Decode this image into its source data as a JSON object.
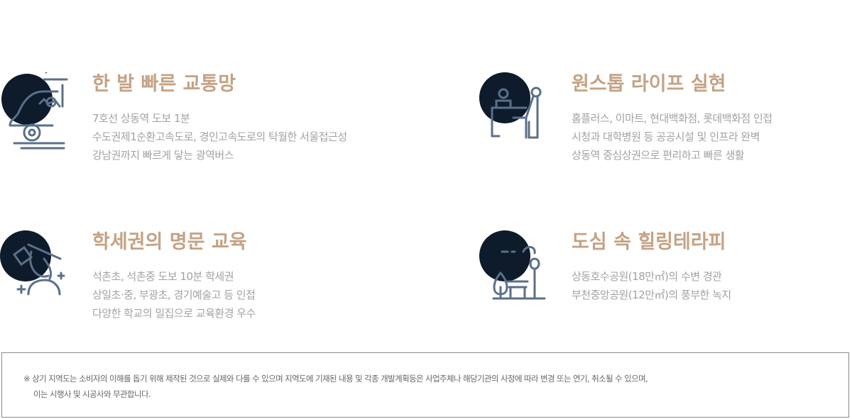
{
  "colors": {
    "title": "#c4a283",
    "text": "#a2a2a2",
    "circle": "#0d1b2a",
    "icon_stroke": "#5b6f8a"
  },
  "features": [
    {
      "icon": "car-icon",
      "title": "한 발 빠른 교통망",
      "lines": [
        "7호선 상동역 도보 1분",
        "수도권제1순환고속도로, 경인고속도로의 탁월한 서울접근성",
        "강남권까지 빠르게 닿는 광역버스"
      ]
    },
    {
      "icon": "shopping-counter-icon",
      "title": "원스톱 라이프 실현",
      "lines": [
        "홈플러스, 이마트, 현대백화점, 롯데백화점 인접",
        "시청과 대학병원 등 공공시설 및 인프라 완벽",
        "상동역 중심상권으로 편리하고 빠른 생활"
      ]
    },
    {
      "icon": "graduate-icon",
      "title": "학세권의 명문 교육",
      "lines": [
        "석촌초, 석촌중 도보 10분 학세권",
        "상일초·중, 부광초, 경기예술고 등 인접",
        "다양한 학교의 밀집으로 교육환경 우수"
      ]
    },
    {
      "icon": "park-bench-icon",
      "title": "도심 속 힐링테라피",
      "lines": [
        "상동호수공원(18만㎡)의 수변 경관",
        "부천중앙공원(12만㎡)의 풍부한 녹지"
      ]
    }
  ],
  "notice": {
    "line1": "※ 상기 지역도는 소비자의 이해를 돕기 위해 제작된 것으로 실제와 다를 수  있으며 지역도에 기재된 내용 및 각종 개발계획등은 사업주체나 해당기관의  사정에 따라 변경 또는 연기, 취소될 수 있으며,",
    "line2": "이는 시행사 및 시공사와 무관합니다."
  }
}
